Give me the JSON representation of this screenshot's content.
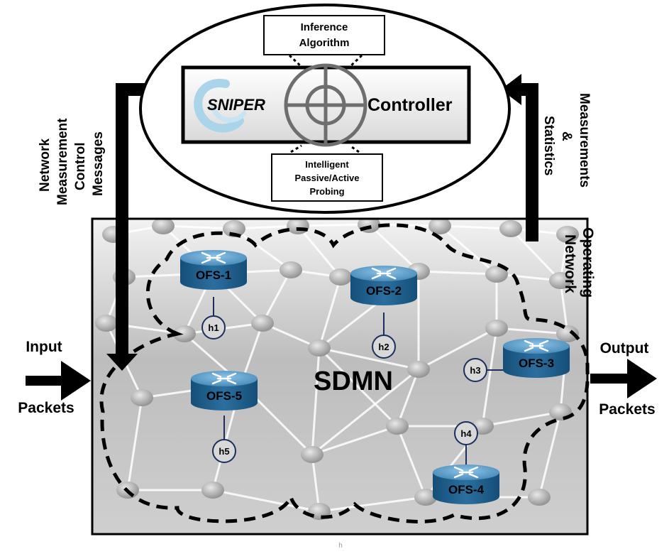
{
  "controller": {
    "inference_line1": "Inference",
    "inference_line2": "Algorithm",
    "brand": "SNIPER",
    "controller_label": "Controller",
    "probing_line1": "Intelligent",
    "probing_line2": "Passive/Active",
    "probing_line3": "Probing"
  },
  "left_arrow_label": [
    "Network",
    "Measurement",
    "Control",
    "Messages"
  ],
  "right_arrow_label": [
    "Measurements",
    "&",
    "Statistics"
  ],
  "operating_network_label": [
    "Operating",
    "Network"
  ],
  "input_label": [
    "Input",
    "Packets"
  ],
  "output_label": [
    "Output",
    "Packets"
  ],
  "sdmn_label": "SDMN",
  "switches": [
    "OFS-1",
    "OFS-2",
    "OFS-3",
    "OFS-4",
    "OFS-5"
  ],
  "hosts": [
    "h1",
    "h2",
    "h3",
    "h4",
    "h5"
  ],
  "footer_mark": "h",
  "colors": {
    "switch_top": "#5a9ac4",
    "switch_body": "#1d5f8f",
    "network_bg": "#c9c9c9",
    "frame": "#000000"
  }
}
